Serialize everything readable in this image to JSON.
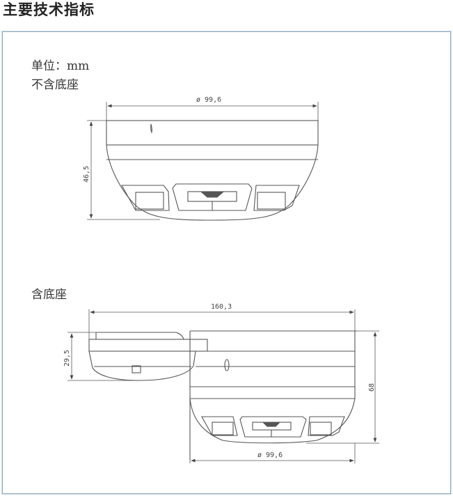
{
  "header": {
    "title": "主要技术指标"
  },
  "diagram_top": {
    "unit_label": "单位：mm",
    "caption": "不含底座",
    "dimensions": {
      "diameter": "ø 99,6",
      "height": "46,5"
    }
  },
  "diagram_bottom": {
    "caption": "含底座",
    "dimensions": {
      "total_width": "160,3",
      "base_height": "29,5",
      "total_height": "68",
      "diameter": "ø 99,6"
    }
  },
  "colors": {
    "frame_border": "#8fa8bf",
    "line": "#555555",
    "text": "#333333"
  }
}
